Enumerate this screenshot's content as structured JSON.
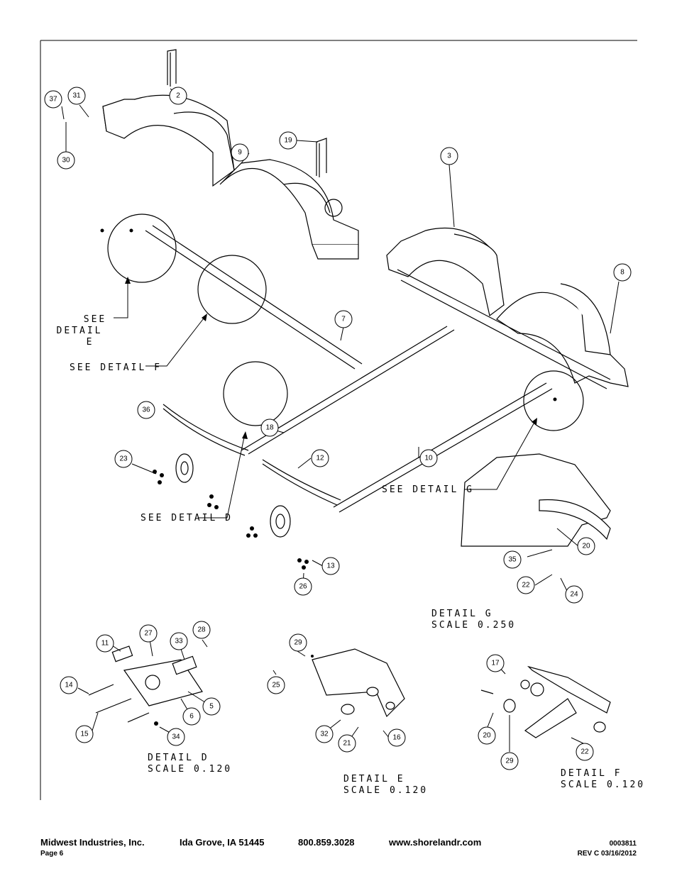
{
  "balloons": [
    "37",
    "31",
    "30",
    "2",
    "9",
    "19",
    "3",
    "8",
    "7",
    "36",
    "23",
    "18",
    "12",
    "10",
    "20",
    "35",
    "22",
    "24",
    "13",
    "26",
    "11",
    "27",
    "33",
    "28",
    "14",
    "15",
    "6",
    "5",
    "34",
    "29",
    "25",
    "32",
    "21",
    "16",
    "17",
    "20",
    "29",
    "22"
  ],
  "see_detail": {
    "e": [
      "SEE",
      "DETAIL",
      "E"
    ],
    "f": "SEE DETAIL F",
    "d": "SEE DETAIL D",
    "g": "SEE DETAIL G"
  },
  "details": {
    "g": {
      "title": "DETAIL G",
      "scale": "SCALE 0.250"
    },
    "d": {
      "title": "DETAIL D",
      "scale": "SCALE 0.120"
    },
    "e": {
      "title": "DETAIL E",
      "scale": "SCALE 0.120"
    },
    "f": {
      "title": "DETAIL F",
      "scale": "SCALE 0.120"
    }
  },
  "footer": {
    "company": "Midwest Industries, Inc.",
    "city": "Ida Grove, IA  51445",
    "phone": "800.859.3028",
    "website": "www.shorelandr.com",
    "page": "Page 6",
    "doc_number": "0003811",
    "revision": "REV C  03/16/2012"
  }
}
